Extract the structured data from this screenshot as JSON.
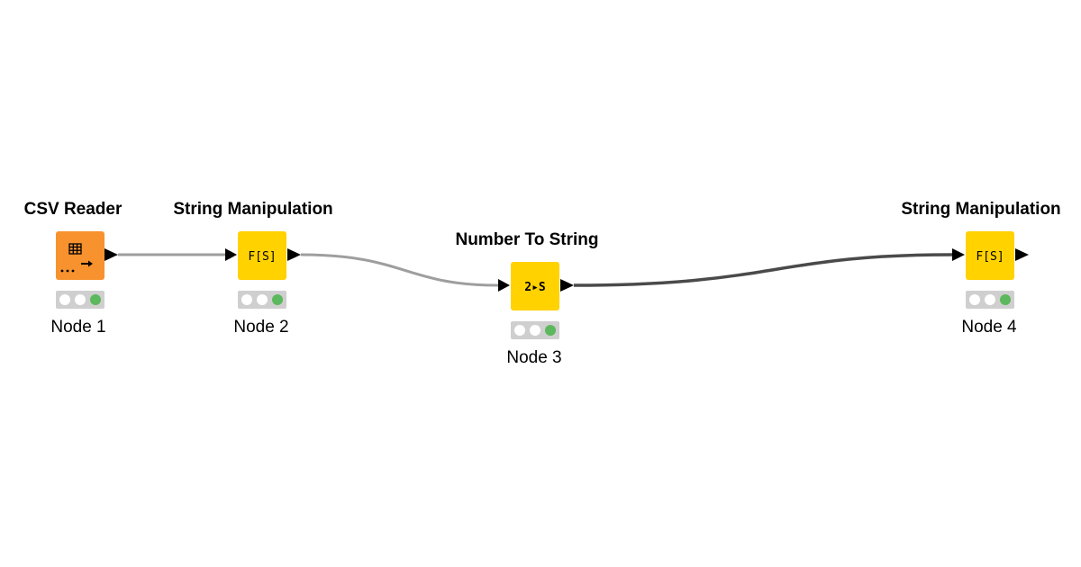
{
  "workflow": {
    "nodes": [
      {
        "title": "CSV Reader",
        "label": "Node 1",
        "type": "source",
        "color": "#F7922E",
        "icon": "table-arrow-icon",
        "status": "executed"
      },
      {
        "title": "String Manipulation",
        "label": "Node 2",
        "type": "manipulator",
        "color": "#FFD200",
        "icon_text": "F[S]",
        "status": "executed"
      },
      {
        "title": "Number To String",
        "label": "Node 3",
        "type": "manipulator",
        "color": "#FFD200",
        "icon_text": "2▸S",
        "status": "executed"
      },
      {
        "title": "String Manipulation",
        "label": "Node 4",
        "type": "manipulator",
        "color": "#FFD200",
        "icon_text": "F[S]",
        "status": "executed"
      }
    ],
    "connections": [
      {
        "from": "Node 1",
        "to": "Node 2",
        "color": "#9E9E9E"
      },
      {
        "from": "Node 2",
        "to": "Node 3",
        "color": "#9E9E9E"
      },
      {
        "from": "Node 3",
        "to": "Node 4",
        "color": "#4A4A4A"
      }
    ],
    "status_colors": {
      "inactive": "#FFFFFF",
      "executed": "#5CB85C",
      "traffic_bg": "#CFCFCF"
    }
  }
}
